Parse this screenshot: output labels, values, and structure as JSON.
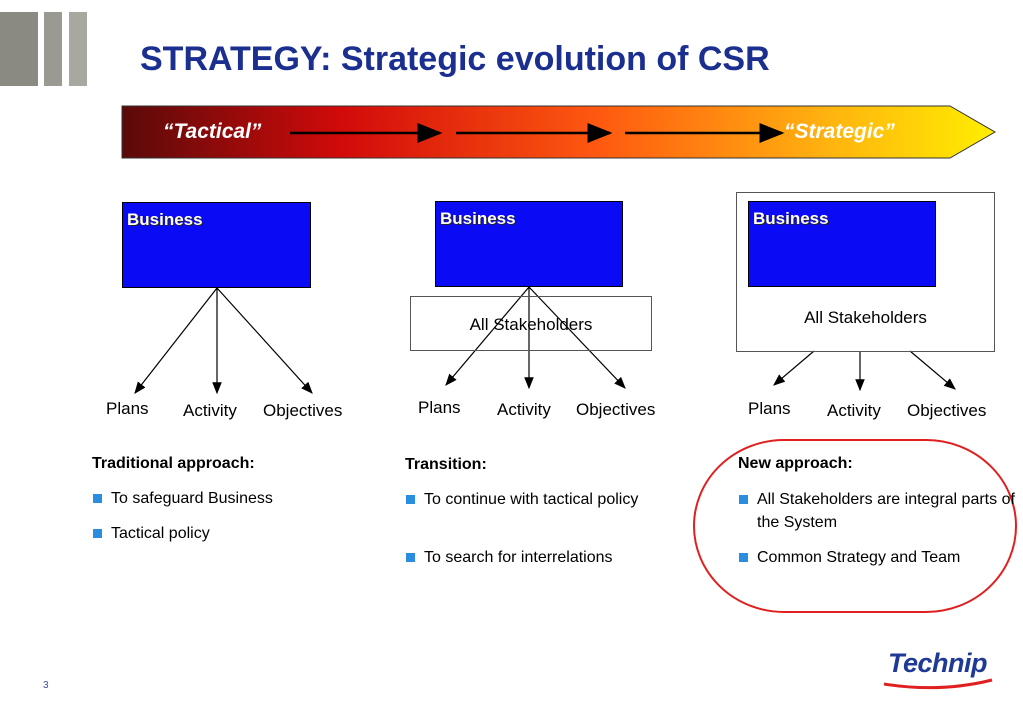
{
  "slide": {
    "title": "STRATEGY: Strategic evolution of CSR",
    "page_number": "3"
  },
  "banner": {
    "left_label": "“Tactical”",
    "right_label": "“Strategic”"
  },
  "columns": [
    {
      "business_label": "Business",
      "stakeholders_label": "",
      "outcomes": [
        "Plans",
        "Activity",
        "Objectives"
      ],
      "heading": "Traditional approach:",
      "bullets": [
        "To safeguard Business",
        "Tactical policy"
      ]
    },
    {
      "business_label": "Business",
      "stakeholders_label": "All Stakeholders",
      "outcomes": [
        "Plans",
        "Activity",
        "Objectives"
      ],
      "heading": "Transition:",
      "bullets": [
        "To continue with tactical policy",
        "To search for interrelations"
      ]
    },
    {
      "business_label": "Business",
      "stakeholders_label": "All Stakeholders",
      "outcomes": [
        "Plans",
        "Activity",
        "Objectives"
      ],
      "heading": "New approach:",
      "bullets": [
        "All Stakeholders are integral parts of the System",
        "Common Strategy and Team"
      ]
    }
  ],
  "brand": {
    "logo_text": "Technip",
    "title_color": "#1a2f8f",
    "business_box_color": "#0a0af5",
    "highlight_color": "#e02020",
    "bullet_color": "#2b8de0"
  }
}
